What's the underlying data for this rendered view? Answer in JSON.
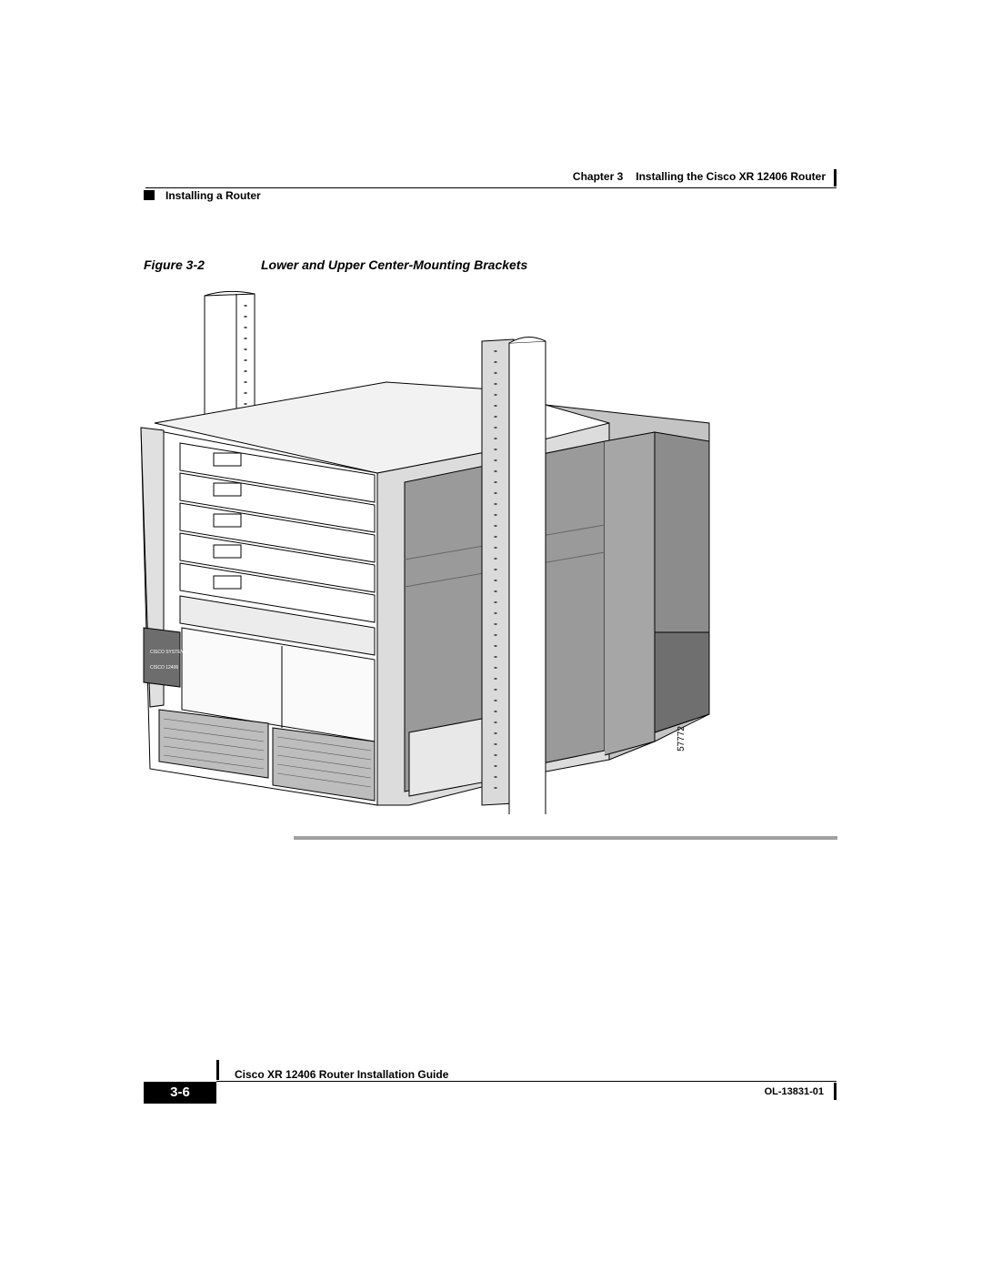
{
  "header": {
    "chapter_label": "Chapter 3",
    "chapter_title": "Installing the Cisco XR 12406 Router",
    "section": "Installing a Router"
  },
  "figure": {
    "label": "Figure 3-2",
    "title": "Lower and Upper Center-Mounting Brackets",
    "id": "57772",
    "logo_text": "CISCO SYSTEMS",
    "model_text": "CISCO 12406"
  },
  "footer": {
    "guide_title": "Cisco XR 12406 Router Installation Guide",
    "page_number": "3-6",
    "doc_number": "OL-13831-01"
  }
}
